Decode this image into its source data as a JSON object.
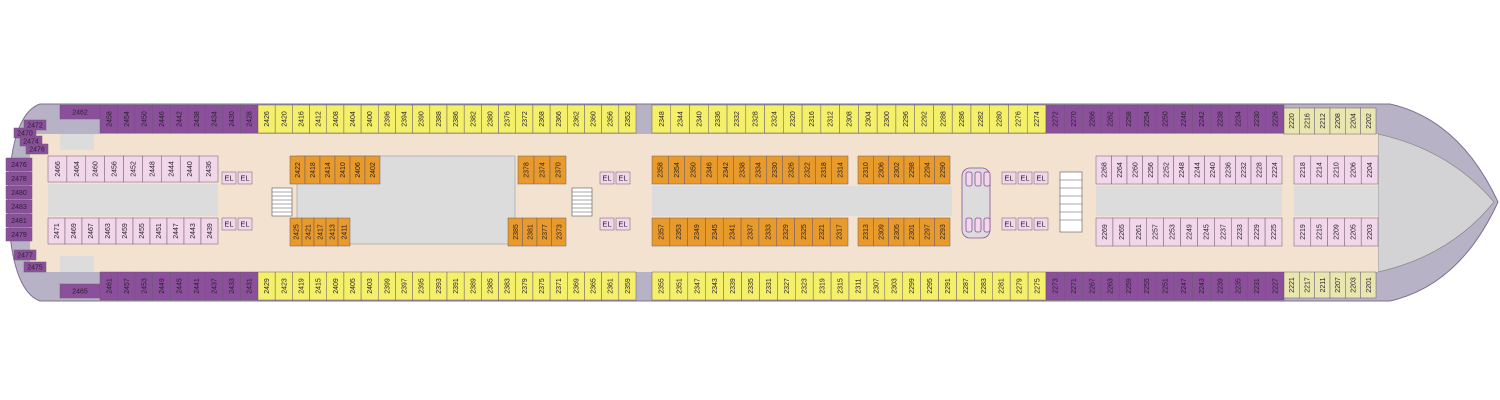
{
  "colors": {
    "hull": "#b8b2c6",
    "corridor": "#f2e2cf",
    "interior": "#dcdcdc",
    "bow": "#d3d3d5",
    "suite": "#8b4f9b",
    "balcony": "#f5f06a",
    "oceanview": "#e89a2a",
    "interior_cabin": "#f2d6ea",
    "elevator": "#f2d6ea",
    "bow_cabin": "#e9e6b0"
  },
  "elevator_label": "EL",
  "cabins": {
    "aft_transverse": [
      "2470",
      "2474",
      "2476",
      "2478",
      "2480",
      "2483",
      "2481",
      "2479",
      "2477",
      "2475",
      "2472"
    ],
    "aft_suites_top": [
      "2462",
      "2458",
      "2454",
      "2450",
      "2446",
      "2442",
      "2438",
      "2434",
      "2430",
      "2428"
    ],
    "aft_suites_bottom": [
      "2465",
      "2461",
      "2457",
      "2453",
      "2449",
      "2445",
      "2441",
      "2437",
      "2433",
      "2431"
    ],
    "aft_inner_top": [
      "2466",
      "2464",
      "2460",
      "2456",
      "2452",
      "2448",
      "2444",
      "2440",
      "2436"
    ],
    "aft_inner_bottom": [
      "2471",
      "2469",
      "2467",
      "2463",
      "2459",
      "2455",
      "2451",
      "2447",
      "2443",
      "2439"
    ],
    "mid_balcony_top": [
      "2426",
      "2420",
      "2416",
      "2412",
      "2408",
      "2404",
      "2400",
      "2396",
      "2394",
      "2390",
      "2388",
      "2386",
      "2382",
      "2380",
      "2376",
      "2372",
      "2368",
      "2366",
      "2362",
      "2360",
      "2356",
      "2352",
      "2348",
      "2344",
      "2340",
      "2336",
      "2332",
      "2328",
      "2324",
      "2320",
      "2316",
      "2312",
      "2308",
      "2304",
      "2300",
      "2296",
      "2292",
      "2288",
      "2286",
      "2282",
      "2280",
      "2276",
      "2274"
    ],
    "mid_balcony_bottom": [
      "2429",
      "2423",
      "2419",
      "2415",
      "2409",
      "2405",
      "2403",
      "2399",
      "2397",
      "2395",
      "2393",
      "2391",
      "2389",
      "2385",
      "2383",
      "2379",
      "2375",
      "2371",
      "2369",
      "2365",
      "2361",
      "2359",
      "2355",
      "2351",
      "2347",
      "2343",
      "2339",
      "2335",
      "2331",
      "2327",
      "2323",
      "2319",
      "2315",
      "2311",
      "2307",
      "2303",
      "2299",
      "2295",
      "2291",
      "2287",
      "2283",
      "2281",
      "2279",
      "2275"
    ],
    "ocean_block_a_top": [
      "2422",
      "2418",
      "2414",
      "2410",
      "2406",
      "2402"
    ],
    "ocean_block_a_bottom": [
      "2425",
      "2421",
      "2417",
      "2413",
      "2411"
    ],
    "ocean_block_b_top": [
      "2378",
      "2374",
      "2370"
    ],
    "ocean_block_b_bottom": [
      "2385",
      "2381",
      "2377",
      "2373"
    ],
    "ocean_block_c_top": [
      "2358",
      "2354",
      "2350",
      "2346",
      "2342",
      "2338",
      "2334",
      "2330",
      "2326",
      "2322",
      "2318",
      "2314"
    ],
    "ocean_block_c_bottom": [
      "2357",
      "2353",
      "2349",
      "2345",
      "2341",
      "2337",
      "2333",
      "2329",
      "2325",
      "2321",
      "2317"
    ],
    "ocean_block_d_top": [
      "2310",
      "2306",
      "2302",
      "2298",
      "2294",
      "2290"
    ],
    "ocean_block_d_bottom": [
      "2313",
      "2309",
      "2305",
      "2301",
      "2297",
      "2293"
    ],
    "fwd_suites_top": [
      "2272",
      "2270",
      "2266",
      "2262",
      "2258",
      "2254",
      "2250",
      "2246",
      "2242",
      "2238",
      "2234",
      "2230",
      "2226"
    ],
    "fwd_suites_bottom": [
      "2273",
      "2271",
      "2267",
      "2263",
      "2259",
      "2255",
      "2251",
      "2247",
      "2243",
      "2239",
      "2235",
      "2231",
      "2227"
    ],
    "fwd_inner_top": [
      "2268",
      "2264",
      "2260",
      "2256",
      "2252",
      "2248",
      "2244",
      "2240",
      "2236",
      "2232",
      "2228",
      "2224"
    ],
    "fwd_inner_bottom": [
      "2269",
      "2265",
      "2261",
      "2257",
      "2253",
      "2249",
      "2245",
      "2237",
      "2233",
      "2229",
      "2225"
    ],
    "bow_top": [
      "2220",
      "2216",
      "2212",
      "2208",
      "2204",
      "2202"
    ],
    "bow_bottom": [
      "2221",
      "2217",
      "2211",
      "2207",
      "2203",
      "2201"
    ],
    "bow_inner_top": [
      "2218",
      "2214",
      "2210",
      "2206",
      "2204"
    ],
    "bow_inner_bottom": [
      "2219",
      "2215",
      "2209",
      "2205",
      "2203"
    ]
  }
}
